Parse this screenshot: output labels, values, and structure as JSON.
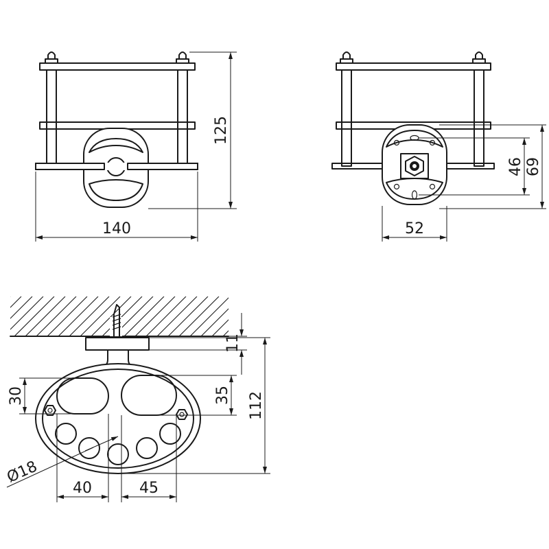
{
  "colors": {
    "line": "#1a1a1a",
    "background": "#ffffff"
  },
  "dimensions": {
    "front_width": "140",
    "front_height": "125",
    "side_width": "52",
    "side_hole_spacing": "46",
    "side_plate_height": "69",
    "plan_wall_gap": "11",
    "plan_depth": "112",
    "plan_hole_left_height": "30",
    "plan_hole_right_height": "35",
    "plan_small_hole_dia": "Ø18",
    "plan_left_hole_width": "40",
    "plan_right_hole_width": "45"
  }
}
